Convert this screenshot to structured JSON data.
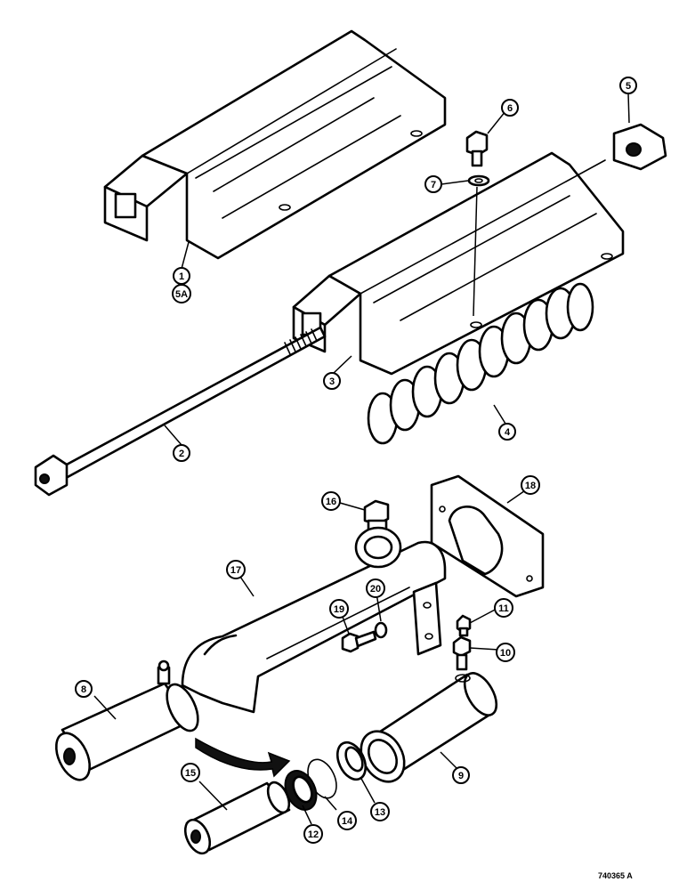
{
  "callouts": {
    "c1": "1",
    "c1b": "5A",
    "c2": "2",
    "c3": "3",
    "c4": "4",
    "c5": "5",
    "c6": "6",
    "c7": "7",
    "c8": "8",
    "c9": "9",
    "c10": "10",
    "c11": "11",
    "c12": "12",
    "c13": "13",
    "c14": "14",
    "c15": "15",
    "c16": "16",
    "c17": "17",
    "c18": "18",
    "c19": "19",
    "c20": "20"
  },
  "figure_ref": "740365 A"
}
